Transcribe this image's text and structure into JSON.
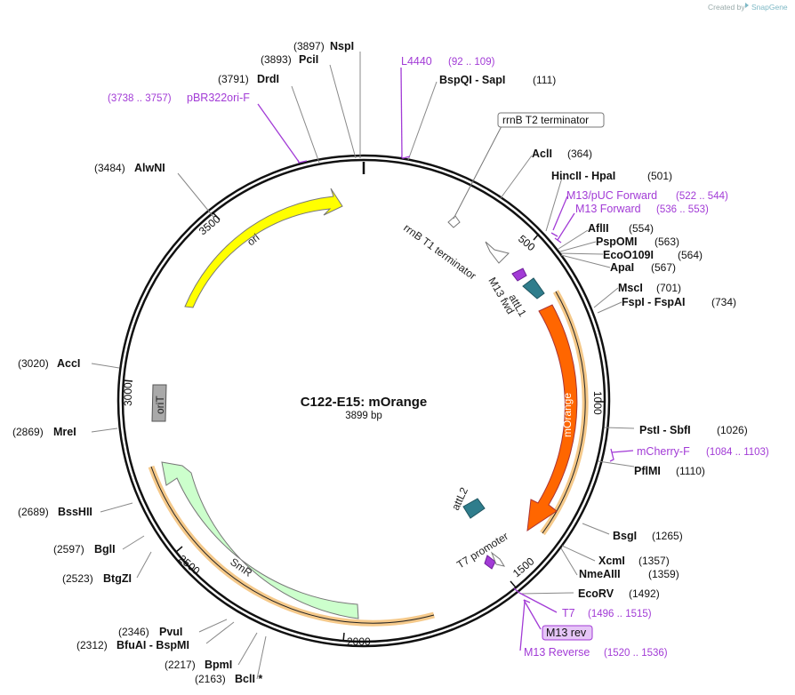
{
  "credit": {
    "text": "Created by",
    "brand": "SnapGene"
  },
  "plasmid": {
    "name": "C122-E15: mOrange",
    "length": "3899 bp"
  },
  "ticks": [
    "500",
    "1000",
    "1500",
    "2000",
    "2500",
    "3000",
    "3500"
  ],
  "sites": [
    {
      "id": "nspi",
      "pos": "(3897)",
      "name": "NspI"
    },
    {
      "id": "pcii",
      "pos": "(3893)",
      "name": "PciI"
    },
    {
      "id": "drdi",
      "pos": "(3791)",
      "name": "DrdI"
    },
    {
      "id": "alwni",
      "pos": "(3484)",
      "name": "AlwNI"
    },
    {
      "id": "acci",
      "pos": "(3020)",
      "name": "AccI"
    },
    {
      "id": "mrei",
      "pos": "(2869)",
      "name": "MreI"
    },
    {
      "id": "bsshii",
      "pos": "(2689)",
      "name": "BssHII"
    },
    {
      "id": "bgli",
      "pos": "(2597)",
      "name": "BglI"
    },
    {
      "id": "btgzi",
      "pos": "(2523)",
      "name": "BtgZI"
    },
    {
      "id": "pvui",
      "pos": "(2346)",
      "name": "PvuI"
    },
    {
      "id": "bfuai",
      "pos": "(2312)",
      "name": "BfuAI  -  BspMI"
    },
    {
      "id": "bpmi",
      "pos": "(2217)",
      "name": "BpmI"
    },
    {
      "id": "bcli",
      "pos": "(2163)",
      "name": "BclI *"
    },
    {
      "id": "bspqi",
      "pos": "(111)",
      "name": "BspQI  -  SapI"
    },
    {
      "id": "acli",
      "pos": "(364)",
      "name": "AclI"
    },
    {
      "id": "hincii",
      "pos": "(501)",
      "name": "HincII  -  HpaI"
    },
    {
      "id": "aflii",
      "pos": "(554)",
      "name": "AflII"
    },
    {
      "id": "pspomi",
      "pos": "(563)",
      "name": "PspOMI"
    },
    {
      "id": "eco0109i",
      "pos": "(564)",
      "name": "EcoO109I"
    },
    {
      "id": "apai",
      "pos": "(567)",
      "name": "ApaI"
    },
    {
      "id": "msci",
      "pos": "(701)",
      "name": "MscI"
    },
    {
      "id": "fspi",
      "pos": "(734)",
      "name": "FspI  -  FspAI"
    },
    {
      "id": "psti",
      "pos": "(1026)",
      "name": "PstI  -  SbfI"
    },
    {
      "id": "pflmi",
      "pos": "(1110)",
      "name": "PflMI"
    },
    {
      "id": "bsgi",
      "pos": "(1265)",
      "name": "BsgI"
    },
    {
      "id": "xcmi",
      "pos": "(1357)",
      "name": "XcmI"
    },
    {
      "id": "nmeaiii",
      "pos": "(1359)",
      "name": "NmeAIII"
    },
    {
      "id": "ecorv",
      "pos": "(1492)",
      "name": "EcoRV"
    }
  ],
  "primers": [
    {
      "id": "pbr322",
      "name": "pBR322ori-F",
      "range": "(3738 .. 3757)"
    },
    {
      "id": "l4440",
      "name": "L4440",
      "range": "(92 .. 109)"
    },
    {
      "id": "m13puc",
      "name": "M13/pUC Forward",
      "range": "(522 .. 544)"
    },
    {
      "id": "m13fwd",
      "name": "M13 Forward",
      "range": "(536 .. 553)"
    },
    {
      "id": "mcherry",
      "name": "mCherry-F",
      "range": "(1084 .. 1103)"
    },
    {
      "id": "t7",
      "name": "T7",
      "range": "(1496 .. 1515)"
    },
    {
      "id": "m13rev",
      "name": "M13 rev",
      "range": ""
    },
    {
      "id": "m13reverse",
      "name": "M13 Reverse",
      "range": "(1520 .. 1536)"
    }
  ],
  "features": {
    "rrnb_t2": "rrnB T2 terminator",
    "rrnb_t1": "rrnB T1 terminator",
    "m13_fwd": "M13 fwd",
    "attl1": "attL1",
    "morange": "mOrange",
    "attl2": "attL2",
    "t7_promoter": "T7 promoter",
    "smr": "SmR",
    "orit": "oriT",
    "ori": "ori"
  },
  "colors": {
    "ori": "#ffff00",
    "morange": "#ff6600",
    "smr": "#ccffcc",
    "attl": "#2f7d8c",
    "orit": "#a9a9a9",
    "primer": "#a23bd6",
    "highlight": "#f5c98a"
  }
}
